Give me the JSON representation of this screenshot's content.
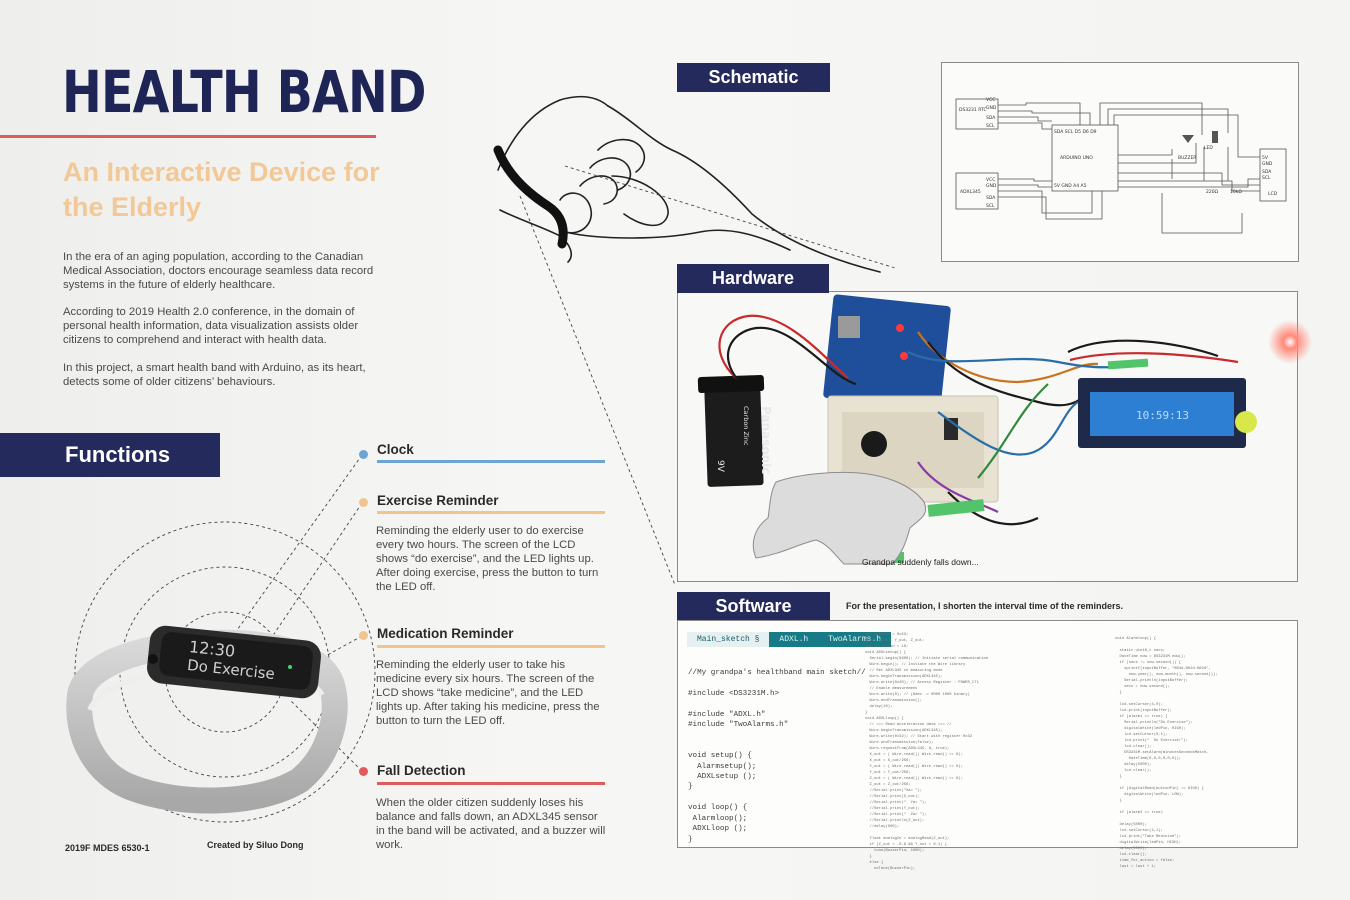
{
  "header": {
    "title": "HEALTH BAND",
    "subtitle": "An Interactive Device for the Elderly"
  },
  "intro": [
    "In the era of an aging population, according to the Canadian Medical Association, doctors encourage seamless data record systems in the future of elderly healthcare.",
    "According to 2019 Health 2.0 conference, in the domain of personal health information, data visualization assists older citizens to comprehend and interact with health data.",
    "In this project, a smart health band with Arduino, as its heart, detects some of older citizens’ behaviours."
  ],
  "functions": {
    "heading": "Functions",
    "items": [
      {
        "title": "Clock",
        "desc": "",
        "color": "#6aa5d4"
      },
      {
        "title": "Exercise Reminder",
        "desc": "Reminding the elderly user to do exercise every two hours. The screen of the LCD shows “do exercise”, and the LED lights up. After doing exercise, press the button to turn the LED off.",
        "color": "#f1c48e"
      },
      {
        "title": "Medication Reminder",
        "desc": "Reminding the elderly user to take his medicine every six hours. The screen of the LCD shows “take medicine”, and the LED lights up. After taking his medicine, press the button to turn the LED off.",
        "color": "#f1c48e"
      },
      {
        "title": "Fall Detection",
        "desc": "When the older citizen suddenly loses his balance and falls down, an ADXL345 sensor in the band will be activated, and a buzzer will work.",
        "color": "#e25a5a"
      }
    ]
  },
  "band_screen": {
    "time": "12:30",
    "message": "Do Exercise"
  },
  "footer": {
    "course": "2019F MDES 6530-1",
    "credit": "Created by Siluo Dong"
  },
  "schematic": {
    "heading": "Schematic",
    "labels": {
      "rtc": "DS3231 RTC",
      "rtc_pins": [
        "VCC",
        "GND",
        "SDA",
        "SCL"
      ],
      "arduino": "ARDUINO UNO",
      "arduino_top": "SDA SCL    D5   D6   D9",
      "arduino_bottom": "5V GND        A4   A5",
      "accel": "ADXL345",
      "accel_pins": [
        "VCC",
        "GND",
        "SDA",
        "SCL"
      ],
      "buzzer": "BUZZER",
      "led": "LED",
      "r1": "220Ω",
      "r2": "10kΩ",
      "lcd": "LCD",
      "lcd_pins": [
        "5V",
        "GND",
        "SDA",
        "SCL"
      ]
    }
  },
  "hardware": {
    "heading": "Hardware",
    "battery_brand": "Panasonic",
    "battery_type": "Carbon Zinc",
    "battery_voltage": "9V",
    "lcd_text": "10:59:13",
    "caption": "Grandpa suddenly falls down..."
  },
  "software": {
    "heading": "Software",
    "note": "For the presentation, I shorten the interval time of the reminders.",
    "tabs": [
      "Main_sketch §",
      "ADXL.h",
      "TwoAlarms.h"
    ],
    "code_lines": [
      "//My grandpa's healthband main sketch//",
      "",
      "#include <DS3231M.h>",
      "",
      "#include \"ADXL.h\"",
      "#include \"TwoAlarms.h\"",
      "",
      "",
      "void setup() {",
      "  Alarmsetup();",
      "  ADXLsetup ();",
      "}",
      "",
      "void loop() {",
      " Alarmloop();",
      " ADXLloop ();",
      "}"
    ],
    "col_a": "int ADXL345 = 0x53;\nfloat X_out, Y_out, Z_out;\nint ButtonPin = 10;\nvoid ADXLsetup() {\n  Serial.begin(9600); // Initiate serial communication\n  Wire.begin(); // Initiate the Wire library\n  // Set ADXL345 in measuring mode\n  Wire.beginTransmission(ADXL345);\n  Wire.write(0x2D); // Access Register - POWER_CTL\n  // Enable measurement\n  Wire.write(8); // (8dec -> 0000 1000 binary)\n  Wire.endTransmission();\n  delay(10);\n}\nvoid ADXLloop() {\n  // === Read acceleration data === //\n  Wire.beginTransmission(ADXL345);\n  Wire.write(0x32); // Start with register 0x32\n  Wire.endTransmission(false);\n  Wire.requestFrom(ADXL345, 6, true);\n  X_out = ( Wire.read()| Wire.read() << 8);\n  X_out = X_out/256;\n  Y_out = ( Wire.read()| Wire.read() << 8);\n  Y_out = Y_out/256;\n  Z_out = ( Wire.read()| Wire.read() << 8);\n  Z_out = Z_out/256;\n  //Serial.print(\"Xa= \");\n  //Serial.print(X_out);\n  //Serial.print(\"  Ya= \");\n  //Serial.print(Y_out);\n  //Serial.print(\"  Za= \");\n  //Serial.println(Z_out);\n  //delay(500);\n\n  float analogIn = analogRead(Z_out);\n  if (Z_out < -0.9 && Y_out < 0.1) {\n    tone(BuzzerPin, 1000);\n  }\n  else {\n    noTone(BuzzerPin);",
    "col_b": "void Alarmloop() {\n\n  static uint8_t secs;\n  DateTime now = DS3231M.now();\n  if (secs != now.second()) {\n    sprintf(inputBuffer, \"%04d-%02d-%02d\",\n      now.year(), now.month(), now.second());\n    Serial.println(inputBuffer);\n    secs = now.second();\n  }\n\n  lcd.setCursor(4,0);\n  lcd.print(inputBuffer);\n  if (alarm1 == true) {\n    Serial.println(\"Do Exercise\");\n    digitalWrite(ledPin, HIGH);\n    lcd.setCursor(0,1);\n    lcd.print(\"  Do Exercise!\");\n    lcd.clear();\n    DS3231M.setAlarm(minutesSecondsMatch,\n      DateTime(0,0,0,0,0,0));\n    delay(5000);\n    lcd.clear();\n  }\n\n  if (digitalRead(buttonPin) == HIGH) {\n    digitalWrite(ledPin, LOW);\n  }\n\n  if (alarm2 == true)\n\n  delay(5000);\n  lcd.setCursor(2,1);\n  lcd.print(\"Take Medicine\");\n  digitalWrite(ledPin, HIGH);\n  delay(5000);\n  lcd.clear();\n  time_for_action = false;\n  last = last + 1;"
  },
  "colors": {
    "navy": "#252a5c",
    "red": "#e05a5a",
    "peach": "#f3c897",
    "blue_dot": "#6aa5d4",
    "lcd_blue": "#2d7fd3"
  }
}
